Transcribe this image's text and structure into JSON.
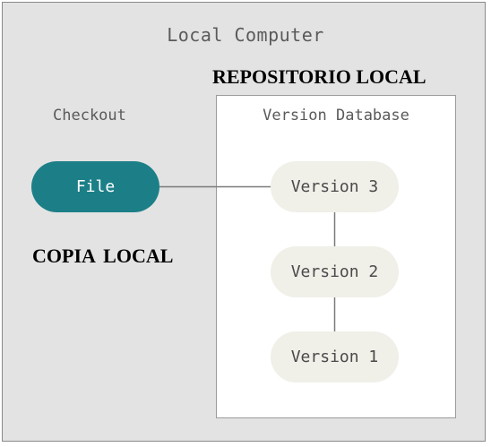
{
  "diagram": {
    "title": "Local Computer",
    "repo_label": "REPOSITORIO LOCAL",
    "checkout_label": "Checkout",
    "db_title": "Version Database",
    "file_label": "File",
    "copia_label": "COPIA  LOCAL",
    "versions": [
      "Version 3",
      "Version 2",
      "Version 1"
    ]
  },
  "colors": {
    "background": "#e3e3e3",
    "file_pill": "#1c7f88",
    "version_pill": "#f0efe8",
    "connector": "#7a7a7a"
  }
}
